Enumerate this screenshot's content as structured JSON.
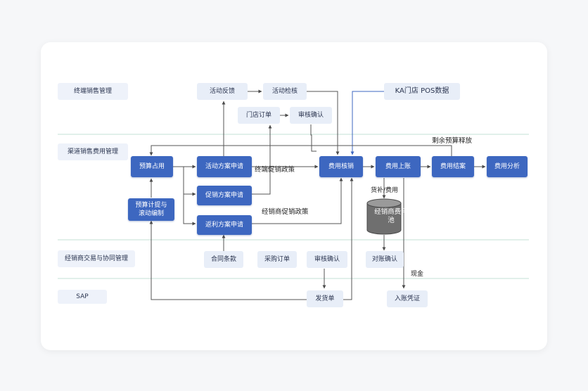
{
  "lanes": {
    "terminal": "终端销售管理",
    "channel": "渠道销售费用管理",
    "dealer": "经销商交易与协同管理",
    "sap": "SAP"
  },
  "nodes": {
    "activity_feedback": "活动反馈",
    "activity_check": "活动检核",
    "ka_pos": "KA门店 POS数据",
    "store_order": "门店订单",
    "review_confirm_top": "审核确认",
    "budget_occupy": "预算占用",
    "activity_plan": "活动方案申请",
    "promo_plan": "促销方案申请",
    "rebate_plan": "返利方案申请",
    "budget_accrual": "预算计提与滚动编制",
    "fee_verify": "费用核销",
    "fee_account": "费用上账",
    "fee_close": "费用结案",
    "fee_analysis": "费用分析",
    "dealer_pool": "经销商费用池",
    "contract_terms": "合同条款",
    "purchase_order": "采购订单",
    "review_confirm_bottom": "审核确认",
    "reconcile_confirm": "对账确认",
    "delivery_note": "发货单",
    "entry_voucher": "入账凭证"
  },
  "annotations": {
    "remaining_budget": "剩余预算释放",
    "terminal_policy": "终端促销政策",
    "dealer_policy": "经销商促销政策",
    "goods_fee": "货补/费用",
    "cash": "现金"
  },
  "colors": {
    "primary_node": "#3d67c0",
    "secondary_node": "#e8eef8",
    "lane_line": "#cfe6dd",
    "arrow": "#555555",
    "pool": "#707070"
  }
}
